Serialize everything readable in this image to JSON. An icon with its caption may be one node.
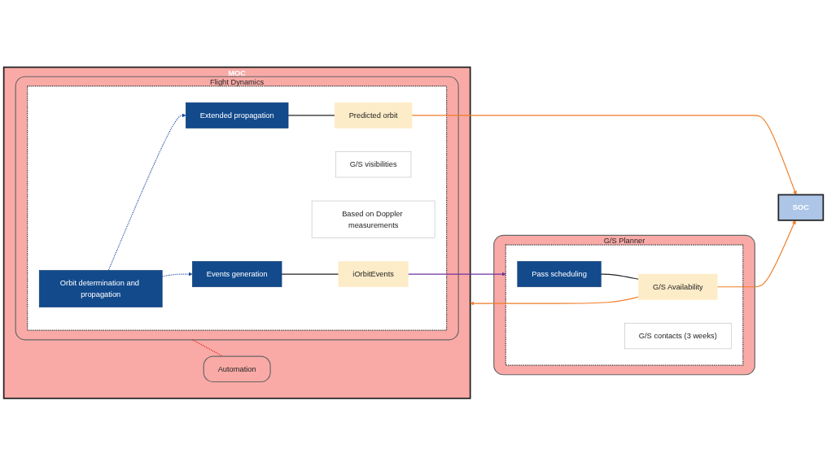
{
  "diagram": {
    "nodes": [
      {
        "text": [
          "MOC"
        ]
      },
      {
        "text": [
          "Flight Dynamics"
        ],
        "in": 0
      },
      {
        "text": [],
        "shape": "box",
        "in": 1
      },
      {
        "text": [
          "Orbit determination and propagation"
        ],
        "in": 2
      },
      {
        "text": [
          "Events generation"
        ],
        "in": 2
      },
      {
        "text": [
          "iOrbitEvents"
        ],
        "in": 2
      },
      {
        "text": [
          "G/S visibilities"
        ],
        "in": 2
      },
      {
        "text": [
          "Based on Doppler measurements"
        ],
        "in": 2
      },
      {
        "text": [
          "Extended propagation"
        ],
        "in": 2
      },
      {
        "text": [
          "Predicted orbit"
        ],
        "in": 2
      },
      {
        "text": [
          "Automation"
        ],
        "in": 0
      },
      {
        "text": [
          "G/S Planner"
        ]
      },
      {
        "text": [],
        "shape": "box",
        "in": 11
      },
      {
        "text": [
          "Pass scheduling"
        ],
        "in": 12
      },
      {
        "text": [
          "G/S Availability"
        ],
        "in": 12
      },
      {
        "text": [
          "G/S contacts (3 weeks)"
        ],
        "in": 12
      },
      {
        "text": [
          "SOC"
        ]
      }
    ],
    "edges": [
      {
        "from": 3,
        "to": 4,
        "arrow": "to",
        "style": "dashed",
        "color": "#1f4e9c"
      },
      {
        "from": 3,
        "to": 8,
        "arrow": "to",
        "style": "dashed",
        "color": "#1f4e9c"
      },
      {
        "from": 4,
        "to": 5,
        "arrow": "none"
      },
      {
        "from": 5,
        "to": 12,
        "arrow": "to",
        "color": "#7030a0"
      },
      {
        "from": 13,
        "to": 14,
        "arrow": "none"
      },
      {
        "from": 8,
        "to": 9,
        "arrow": "none"
      },
      {
        "from": 9,
        "to": 16,
        "arrow": "to",
        "color": "#f07c27"
      },
      {
        "from": 14,
        "to": 16,
        "arrow": "to",
        "color": "#f07c27"
      },
      {
        "from": 14,
        "to": 0,
        "arrow": "to",
        "color": "#f07c27"
      },
      {
        "from": 1,
        "to": 10,
        "arrow": "none",
        "style": "dashed",
        "color": "#e02020"
      }
    ]
  }
}
